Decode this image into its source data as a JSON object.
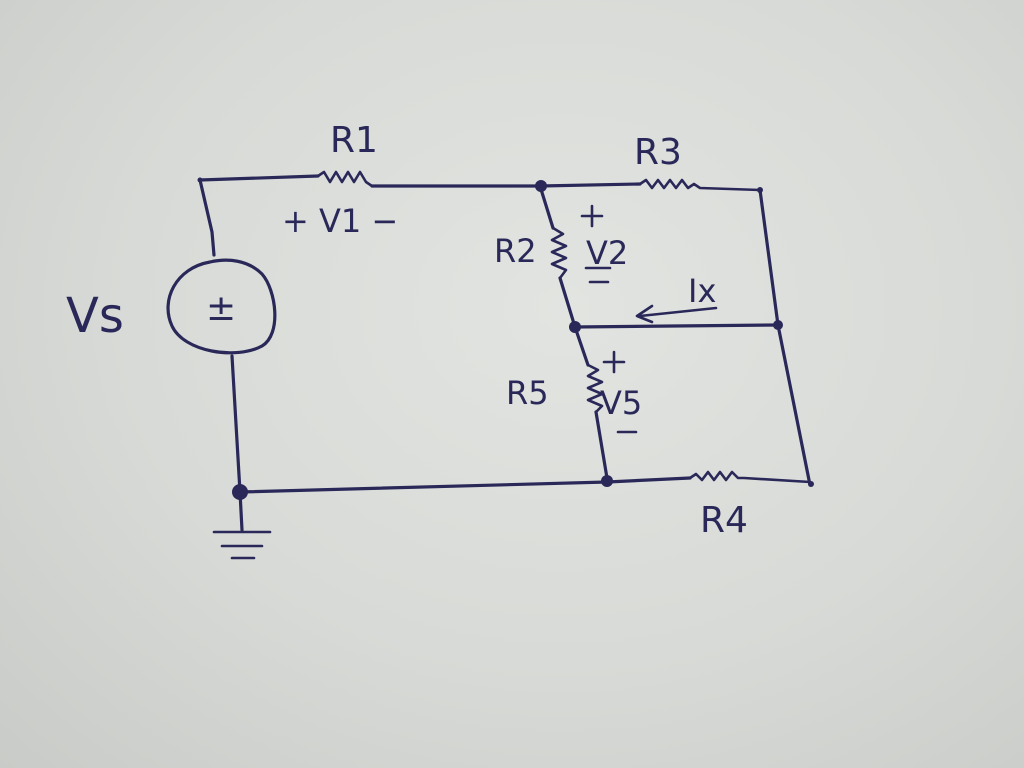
{
  "labels": {
    "r1": "R1",
    "r2": "R2",
    "r3": "R3",
    "r4": "R4",
    "r5": "R5",
    "vs": "Vs",
    "v1": "+ V1 −",
    "v2": "V2",
    "v5": "V5",
    "ix": "Ix",
    "source_symbol": "±"
  },
  "colors": {
    "ink": "#2a2858",
    "paper": "#dcdedb"
  }
}
